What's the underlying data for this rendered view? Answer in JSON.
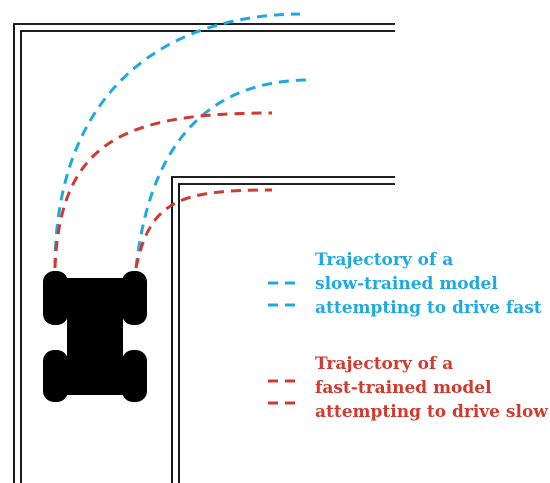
{
  "colors": {
    "blue": "#1fa9e1",
    "red": "#d03a2f",
    "wall": "#000000",
    "car": "#000000",
    "background": "#ffffff"
  },
  "legend": {
    "blue": {
      "lines": [
        "Trajectory of a",
        "slow-trained model",
        "attempting to drive fast"
      ]
    },
    "red": {
      "lines": [
        "Trajectory of a",
        "fast-trained model",
        "attempting to drive slow"
      ]
    }
  }
}
